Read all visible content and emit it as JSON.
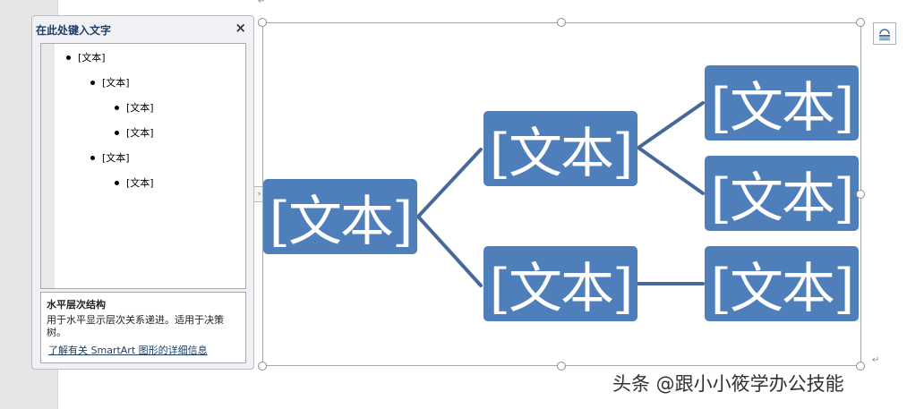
{
  "text_pane": {
    "title": "在此处键入文字",
    "close": "×",
    "items": [
      {
        "level": 1,
        "text": "[文本]"
      },
      {
        "level": 2,
        "text": "[文本]"
      },
      {
        "level": 3,
        "text": "[文本]"
      },
      {
        "level": 3,
        "text": "[文本]"
      },
      {
        "level": 2,
        "text": "[文本]"
      },
      {
        "level": 3,
        "text": "[文本]"
      }
    ],
    "description": {
      "title": "水平层次结构",
      "body": "用于水平显示层次关系递进。适用于决策树。",
      "link": "了解有关 SmartArt 图形的详细信息"
    },
    "toggle_glyph": "›"
  },
  "smartart": {
    "fill_color": "#4f7fba",
    "line_color": "#47699a",
    "nodes": [
      {
        "text": "[文本]"
      },
      {
        "text": "[文本]"
      },
      {
        "text": "[文本]"
      },
      {
        "text": "[文本]"
      },
      {
        "text": "[文本]"
      },
      {
        "text": "[文本]"
      }
    ]
  },
  "paragraph_mark": "↵",
  "watermark": "头条 @跟小小筱学办公技能"
}
